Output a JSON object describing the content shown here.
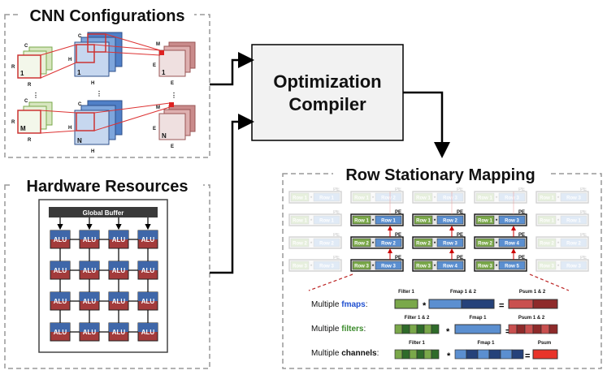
{
  "cnn": {
    "title": "CNN Configurations",
    "labels": {
      "C": "C",
      "R": "R",
      "H": "H",
      "E": "E",
      "M": "M",
      "N": "N",
      "one": "1",
      "dots": "⋮"
    }
  },
  "hw": {
    "title": "Hardware Resources",
    "global_buffer": "Global Buffer",
    "alu": "ALU"
  },
  "compiler": {
    "line1": "Optimization",
    "line2": "Compiler"
  },
  "rs": {
    "title": "Row Stationary Mapping",
    "pe": "PE",
    "pe_grid": [
      [
        [
          "Row 1",
          "Row 1"
        ],
        [
          "Row 1",
          "Row 2"
        ],
        [
          "Row 1",
          "Row 3"
        ]
      ],
      [
        [
          "Row 2",
          "Row 2"
        ],
        [
          "Row 2",
          "Row 3"
        ],
        [
          "Row 2",
          "Row 4"
        ]
      ],
      [
        [
          "Row 3",
          "Row 3"
        ],
        [
          "Row 3",
          "Row 4"
        ],
        [
          "Row 3",
          "Row 5"
        ]
      ]
    ],
    "faded_row": [
      "Row 1",
      "Row 2",
      "Row 3"
    ],
    "multiple": {
      "fmaps": {
        "prefix": "Multiple ",
        "word": "fmaps",
        "suffix": ":",
        "operand1": "Filter 1",
        "operand2": "Fmap 1 & 2",
        "result": "Psum 1 & 2"
      },
      "filters": {
        "prefix": "Multiple ",
        "word": "filters",
        "suffix": ":",
        "operand1": "Filter 1 & 2",
        "operand2": "Fmap 1",
        "result": "Psum 1 & 2"
      },
      "channels": {
        "prefix": "Multiple ",
        "word": "channels",
        "suffix": ":",
        "operand1": "Filter 1",
        "operand2": "Fmap 1",
        "result": "Psum"
      }
    },
    "ops": {
      "times": "*",
      "equals": "="
    }
  },
  "colors": {
    "filter_green": "#7aa84a",
    "fmap_blue": "#5b8fd0",
    "psum_red": "#c9504f",
    "alu_blue": "#3f67a9",
    "alu_red": "#a33b3b",
    "fmaps_word": "#1f4fd0",
    "filters_word": "#3a8a2a",
    "channels_word": "#111111"
  }
}
